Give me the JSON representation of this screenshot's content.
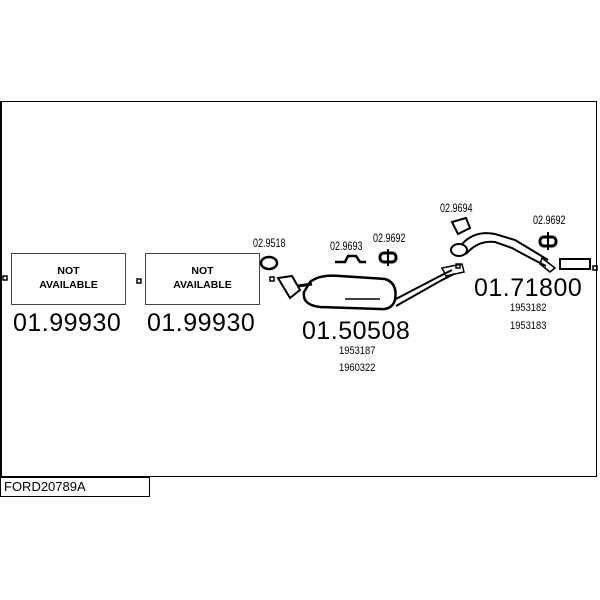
{
  "code": "FORD20789A",
  "parts": [
    {
      "label": "NOT AVAILABLE",
      "number": "01.99930"
    },
    {
      "label": "NOT AVAILABLE",
      "number": "01.99930"
    },
    {
      "number": "01.50508",
      "oem": [
        "1953187",
        "1960322"
      ]
    },
    {
      "number": "01.71800",
      "oem": [
        "1953182",
        "1953183"
      ]
    }
  ],
  "accessories": [
    "02.9518",
    "02.9693",
    "02.9692",
    "02.9694",
    "02.9692"
  ]
}
